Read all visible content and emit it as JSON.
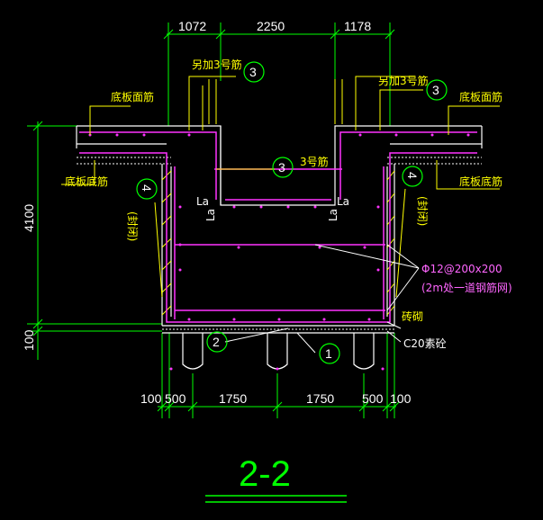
{
  "dimensions": {
    "top": [
      "1072",
      "2250",
      "1178"
    ],
    "bottom": [
      "100",
      "500",
      "1750",
      "1750",
      "500",
      "100"
    ],
    "left_height": "4100",
    "left_base": "100"
  },
  "labels": {
    "top_slab_rebar_left": "底板面筋",
    "top_slab_rebar_right": "底板面筋",
    "bottom_rebar_left": "底板底筋",
    "bottom_rebar_right": "底板底筋",
    "extra_no3_left": "另加3号筋",
    "extra_no3_right": "另加3号筋",
    "no3": "3号筋",
    "la_1": "La",
    "la_2": "La",
    "la_3": "La",
    "la_4": "La",
    "seal_left": "(封闭)",
    "seal_right": "(封闭)",
    "mesh_spec": "Φ12@200x200",
    "mesh_note": "(2m处一道钢筋网)",
    "brick": "砖砌",
    "concrete": "C20素砼",
    "title": "2-2"
  },
  "markers": {
    "m1": "1",
    "m2": "2",
    "m3_left": "3",
    "m3_center": "3",
    "m3_right": "3",
    "m4_left": "4",
    "m4_right": "4"
  },
  "colors": {
    "background": "#000000",
    "structure": "#ffffff",
    "rebar": "#ff33ff",
    "dimension": "#00ff00",
    "leader": "#ffff00",
    "hatch": "#ffff00",
    "text": "#ffffff"
  }
}
